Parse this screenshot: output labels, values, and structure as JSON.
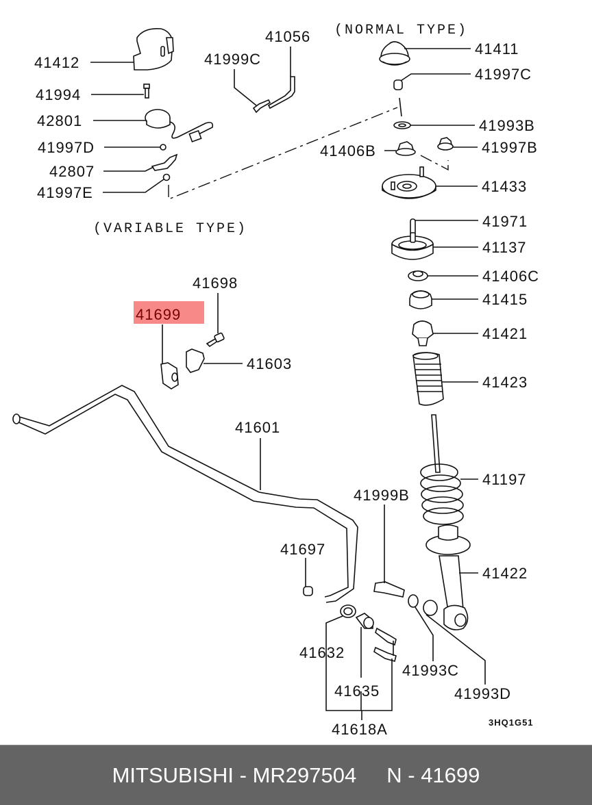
{
  "diagram": {
    "type_labels": {
      "normal": "(NORMAL TYPE)",
      "variable": "(VARIABLE TYPE)"
    },
    "drawing_code": "3HQ1G51",
    "highlighted_part": "41699",
    "highlight_color": "#f77c7c",
    "callouts": {
      "p41412": "41412",
      "p41994": "41994",
      "p42801": "42801",
      "p41997D": "41997D",
      "p42807": "42807",
      "p41997E": "41997E",
      "p41999C": "41999C",
      "p41056": "41056",
      "p41411": "41411",
      "p41997C": "41997C",
      "p41993B": "41993B",
      "p41406B": "41406B",
      "p41997B": "41997B",
      "p41433": "41433",
      "p41971": "41971",
      "p41137": "41137",
      "p41406C": "41406C",
      "p41415": "41415",
      "p41421": "41421",
      "p41423": "41423",
      "p41698": "41698",
      "p41699": "41699",
      "p41603": "41603",
      "p41601": "41601",
      "p41197": "41197",
      "p41999B": "41999B",
      "p41697": "41697",
      "p41422": "41422",
      "p41632": "41632",
      "p41993C": "41993C",
      "p41635": "41635",
      "p41993D": "41993D",
      "p41618A": "41618A"
    }
  },
  "footer": {
    "brand": "MITSUBISHI",
    "separator": "-",
    "part_number": "MR297504",
    "ref_prefix": "N",
    "ref_number": "41699"
  }
}
